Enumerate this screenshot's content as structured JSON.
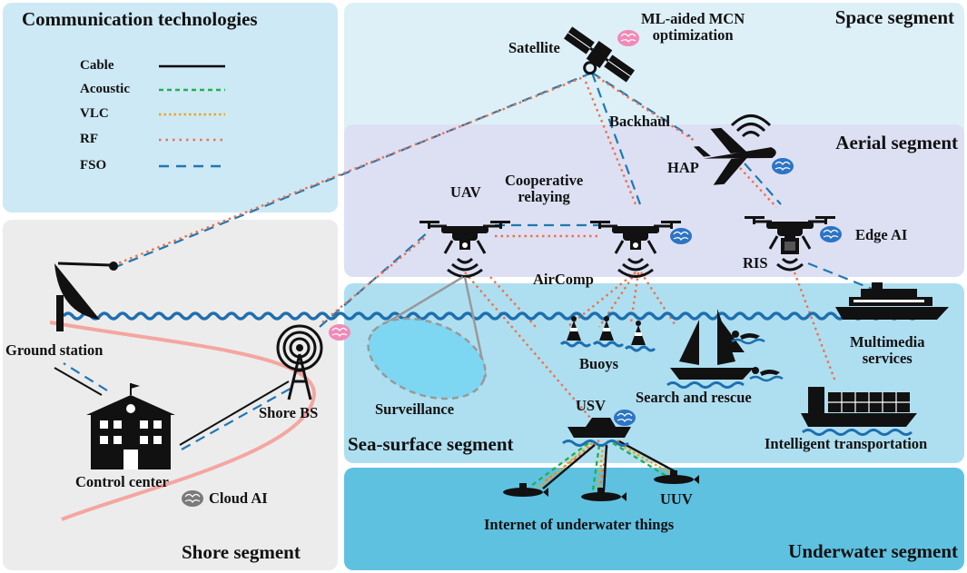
{
  "segments": {
    "communication": "Communication technologies",
    "space": "Space segment",
    "aerial": "Aerial segment",
    "sea_surface": "Sea-surface segment",
    "underwater": "Underwater segment",
    "shore": "Shore segment"
  },
  "legend": [
    {
      "label": "Cable",
      "color": "#000000",
      "style": "solid"
    },
    {
      "label": "Acoustic",
      "color": "#22b14c",
      "style": "dashed"
    },
    {
      "label": "VLC",
      "color": "#f5a300",
      "style": "dotted"
    },
    {
      "label": "RF",
      "color": "#f0704a",
      "style": "dotted"
    },
    {
      "label": "FSO",
      "color": "#1f78b4",
      "style": "long-dash"
    }
  ],
  "nodes": {
    "satellite": "Satellite",
    "ml_aided_1": "ML-aided MCN",
    "ml_aided_2": "optimization",
    "backhaul": "Backhaul",
    "hap": "HAP",
    "uav": "UAV",
    "cooperative_1": "Cooperative",
    "cooperative_2": "relaying",
    "edge_ai": "Edge AI",
    "ris": "RIS",
    "aircomp": "AirComp",
    "buoys": "Buoys",
    "search_rescue": "Search and rescue",
    "multimedia_1": "Multimedia",
    "multimedia_2": "services",
    "surveillance": "Surveillance",
    "usv": "USV",
    "intelligent_transport": "Intelligent transportation",
    "uuv": "UUV",
    "iout": "Internet of underwater things",
    "ground_station": "Ground station",
    "shore_bs": "Shore BS",
    "control_center": "Control center",
    "cloud_ai": "Cloud AI"
  },
  "colors": {
    "communication_bg": "#cde9f5",
    "space_bg": "#ddf0f8",
    "aerial_bg": "#dde0f3",
    "sea_surface_bg": "#aedff0",
    "underwater_bg": "#5fc1e0",
    "shore_bg": "#ececec",
    "water_wave": "#1e6fb0",
    "shore_curve": "#f4a6a0",
    "brain_blue": "#2d74c4",
    "brain_pink": "#f28ab8",
    "brain_gray": "#7a7a7a"
  }
}
